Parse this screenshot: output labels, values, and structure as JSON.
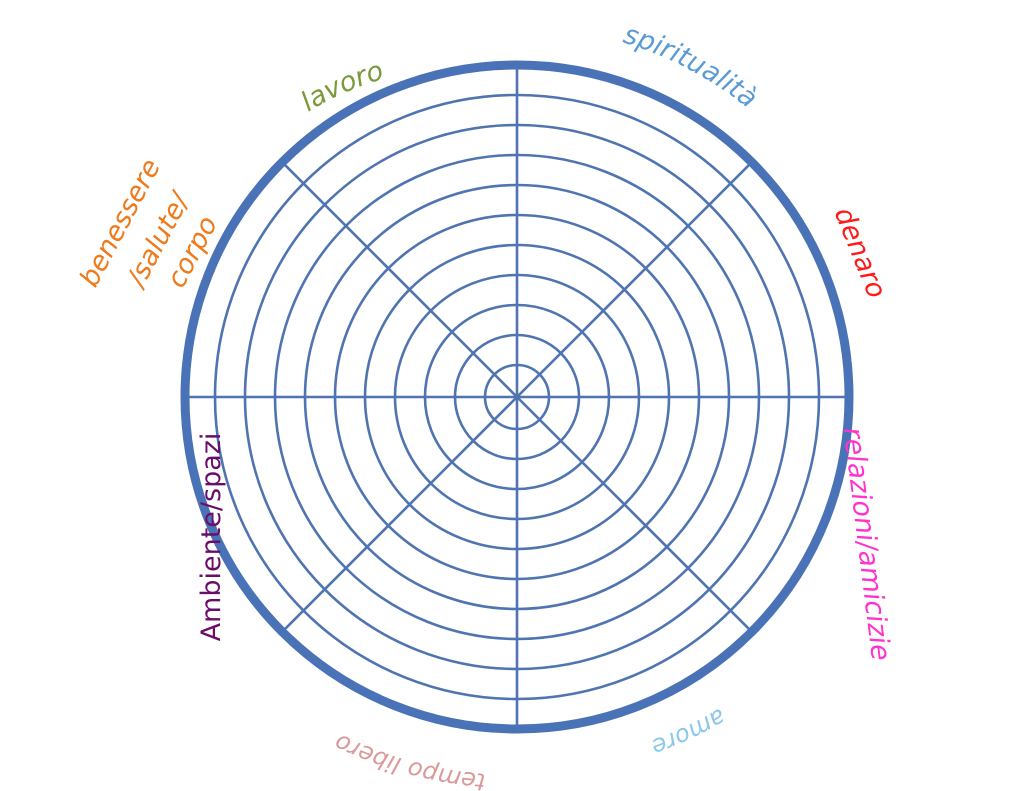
{
  "wheel": {
    "ring_count": 10,
    "spoke_count": 8,
    "colors": {
      "grid": "#4f74b0",
      "outer_ring": "#4a72b6",
      "background": "#ffffff"
    }
  },
  "sectors": {
    "lavoro": {
      "label": "lavoro",
      "color": "#7a9a3a"
    },
    "spiritualita": {
      "label": "spiritualità",
      "color": "#5b9bd5"
    },
    "denaro": {
      "label": "denaro",
      "color": "#ff1a1a"
    },
    "relazioni": {
      "label": "relazioni/amicizie",
      "color": "#ff33cc"
    },
    "amore": {
      "label": "amore",
      "color": "#8cc8ec"
    },
    "tempo_libero": {
      "label": "tempo libero",
      "color": "#d99a9a"
    },
    "ambiente": {
      "label": "Ambiente/spazi",
      "color": "#6a0d6a"
    },
    "benessere": {
      "lines": [
        "benessere",
        "/salute/",
        "corpo"
      ],
      "color": "#f07a1a"
    }
  }
}
